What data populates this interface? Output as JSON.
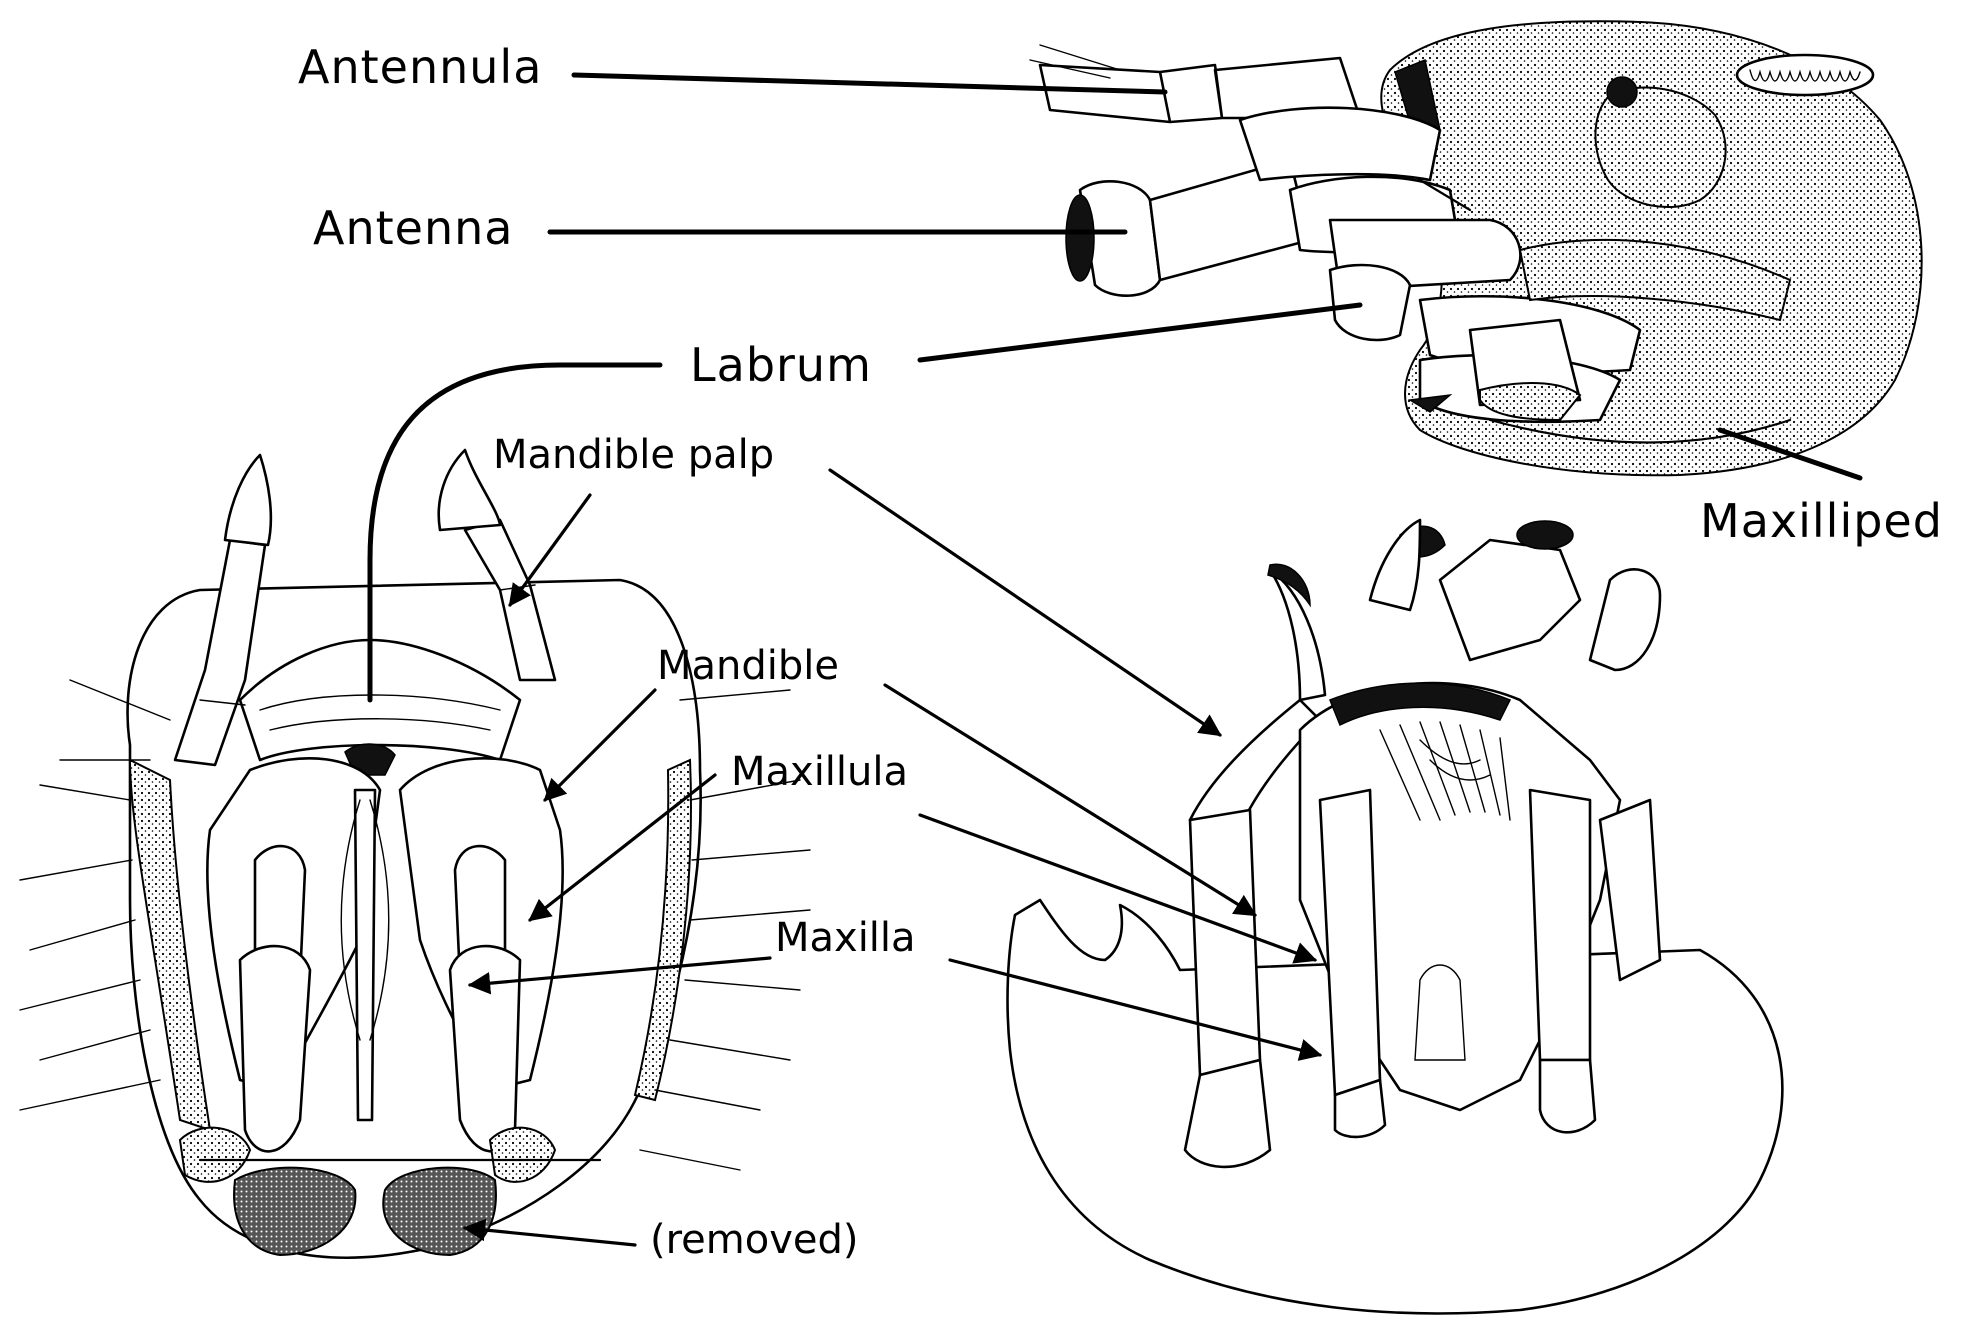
{
  "labels": {
    "antennula": "Antennula",
    "antenna": "Antenna",
    "labrum": "Labrum",
    "maxilliped": "Maxilliped",
    "mandible_palp": "Mandible palp",
    "mandible": "Mandible",
    "maxillula": "Maxillula",
    "maxilla": "Maxilla",
    "removed": "(removed)"
  },
  "colors": {
    "ink": "#000000",
    "paper": "#ffffff"
  }
}
